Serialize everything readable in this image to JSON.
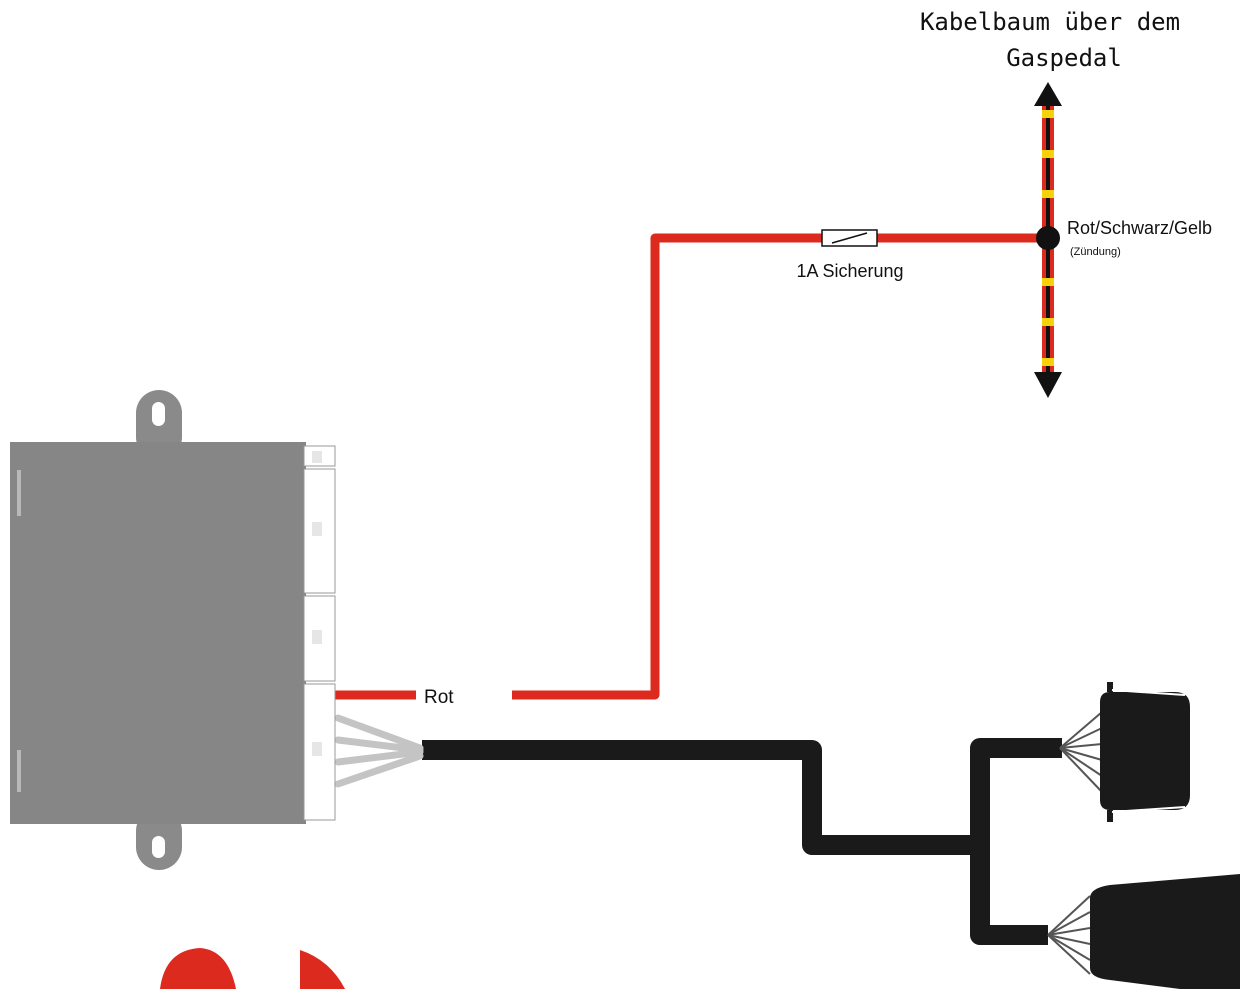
{
  "labels": {
    "harness_title_line1": "Kabelbaum über dem",
    "harness_title_line2": "Gaspedal",
    "splice_wire_color": "Rot/Schwarz/Gelb",
    "splice_wire_note": "(Zündung)",
    "fuse": "1A Sicherung",
    "module_wire": "Rot"
  },
  "colors": {
    "wire_red": "#dc2a1f",
    "wire_black": "#1a1a1a",
    "stripe_yellow": "#f5d20a",
    "module_body": "#868686",
    "module_tab": "#8a8a8a",
    "fan_gray": "#c4c4c4"
  },
  "icons": {
    "arrow_up": "arrow-up-icon",
    "arrow_down": "arrow-down-icon",
    "splice": "splice-dot-icon"
  }
}
